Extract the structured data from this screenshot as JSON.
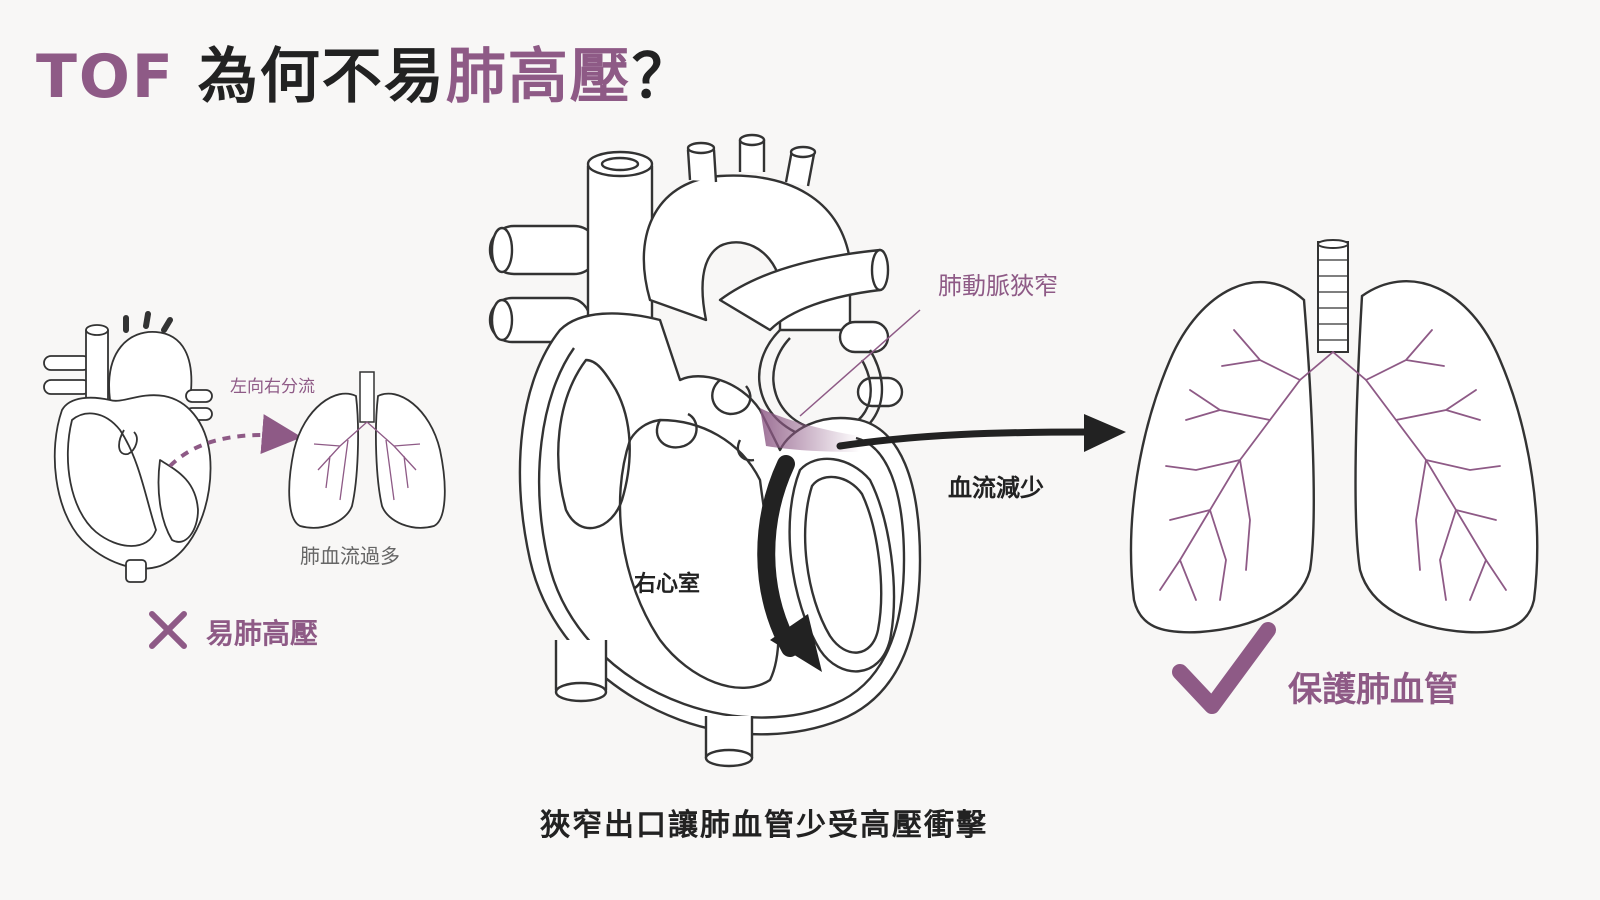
{
  "title": {
    "part1": "TOF",
    "part2": " 為何不易",
    "part3": "肺高壓",
    "part4": "？"
  },
  "labels": {
    "left_to_right_shunt": "左向右分流",
    "excess_pulmonary_flow": "肺血流過多",
    "prone_to_ph": "易肺高壓",
    "pulmonary_stenosis": "肺動脈狹窄",
    "reduced_flow": "血流減少",
    "right_ventricle": "右心室",
    "protect_vessels": "保護肺血管",
    "caption": "狹窄出口讓肺血管少受高壓衝擊"
  },
  "icons": {
    "bad": "cross-icon",
    "good": "check-icon"
  },
  "colors": {
    "accent": "#8e5a86",
    "text": "#222222",
    "background": "#f8f7f6"
  }
}
